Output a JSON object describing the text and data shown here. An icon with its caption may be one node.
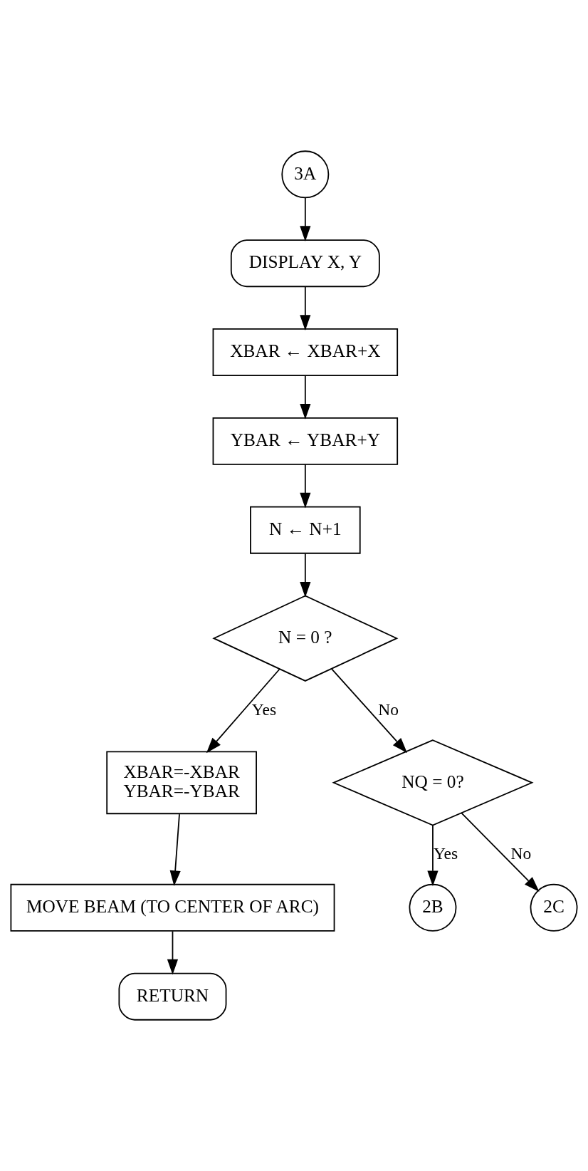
{
  "diagram": {
    "nodes": [
      {
        "text": [
          "3A"
        ]
      },
      {
        "text": [
          "DISPLAY X, Y"
        ]
      },
      {
        "text": [
          "XBAR ← XBAR+X"
        ]
      },
      {
        "text": [
          "YBAR ← YBAR+Y"
        ]
      },
      {
        "text": [
          "N ← N+1"
        ]
      },
      {
        "text": [
          "N = 0 ?"
        ]
      },
      {
        "text": [
          "XBAR=-XBAR",
          "YBAR=-YBAR"
        ]
      },
      {
        "text": [
          "MOVE BEAM (TO CENTER OF ARC)"
        ]
      },
      {
        "text": [
          "RETURN"
        ]
      },
      {
        "text": [
          "NQ = 0?"
        ]
      },
      {
        "text": [
          "2B"
        ]
      },
      {
        "text": [
          "2C"
        ]
      }
    ],
    "edges": [
      {
        "from": 0,
        "to": 1,
        "arrow": "to"
      },
      {
        "from": 1,
        "to": 2,
        "arrow": "to"
      },
      {
        "from": 2,
        "to": 3,
        "arrow": "to"
      },
      {
        "from": 3,
        "to": 4,
        "arrow": "to"
      },
      {
        "from": 4,
        "to": 5,
        "arrow": "to"
      },
      {
        "from": 5,
        "to": 6,
        "label": "Yes",
        "arrow": "to"
      },
      {
        "from": 6,
        "to": 7,
        "arrow": "to"
      },
      {
        "from": 7,
        "to": 8,
        "arrow": "to"
      },
      {
        "from": 5,
        "to": 9,
        "label": "No",
        "arrow": "to"
      },
      {
        "from": 9,
        "to": 10,
        "label": "Yes",
        "arrow": "to"
      },
      {
        "from": 9,
        "to": 11,
        "label": "No",
        "arrow": "to"
      }
    ]
  }
}
